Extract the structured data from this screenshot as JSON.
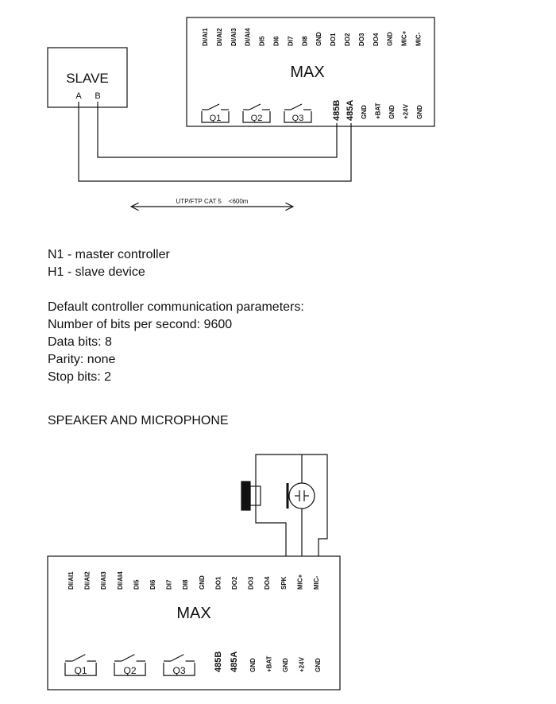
{
  "diagram1": {
    "module_title": "MAX",
    "slave_title": "SLAVE",
    "slave_pins": [
      "A",
      "B"
    ],
    "top_pins": [
      "DI/AI1",
      "DI/AI2",
      "DI/AI3",
      "DI/AI4",
      "DI5",
      "DI6",
      "DI7",
      "DI8",
      "GND",
      "DO1",
      "DO2",
      "DO3",
      "DO4",
      "GND",
      "MIC+",
      "MIC-"
    ],
    "relays": [
      "Q1",
      "Q2",
      "Q3"
    ],
    "bus_pins": [
      "485B",
      "485A"
    ],
    "bottom_pins": [
      "GND",
      "+BAT",
      "GND",
      "+24V",
      "GND"
    ],
    "cable_label": "UTP/FTP CAT 5    <600m"
  },
  "legend": {
    "n1": "N1 - master controller",
    "h1": "H1 - slave device"
  },
  "params": {
    "heading": "Default controller communication parameters:",
    "baud": "Number of bits per second: 9600",
    "data_bits": "Data bits: 8",
    "parity": "Parity: none",
    "stop_bits": "Stop bits: 2"
  },
  "section2": {
    "heading": "SPEAKER AND MICROPHONE"
  },
  "diagram2": {
    "module_title": "MAX",
    "top_pins": [
      "DI/AI1",
      "DI/AI2",
      "DI/AI3",
      "DI/AI4",
      "DI5",
      "DI6",
      "DI7",
      "DI8",
      "GND",
      "DO1",
      "DO2",
      "DO3",
      "DO4",
      "SPK",
      "MIC+",
      "MIC-"
    ],
    "relays": [
      "Q1",
      "Q2",
      "Q3"
    ],
    "bus_pins": [
      "485B",
      "485A"
    ],
    "bottom_pins": [
      "GND",
      "+BAT",
      "GND",
      "+24V",
      "GND"
    ]
  }
}
